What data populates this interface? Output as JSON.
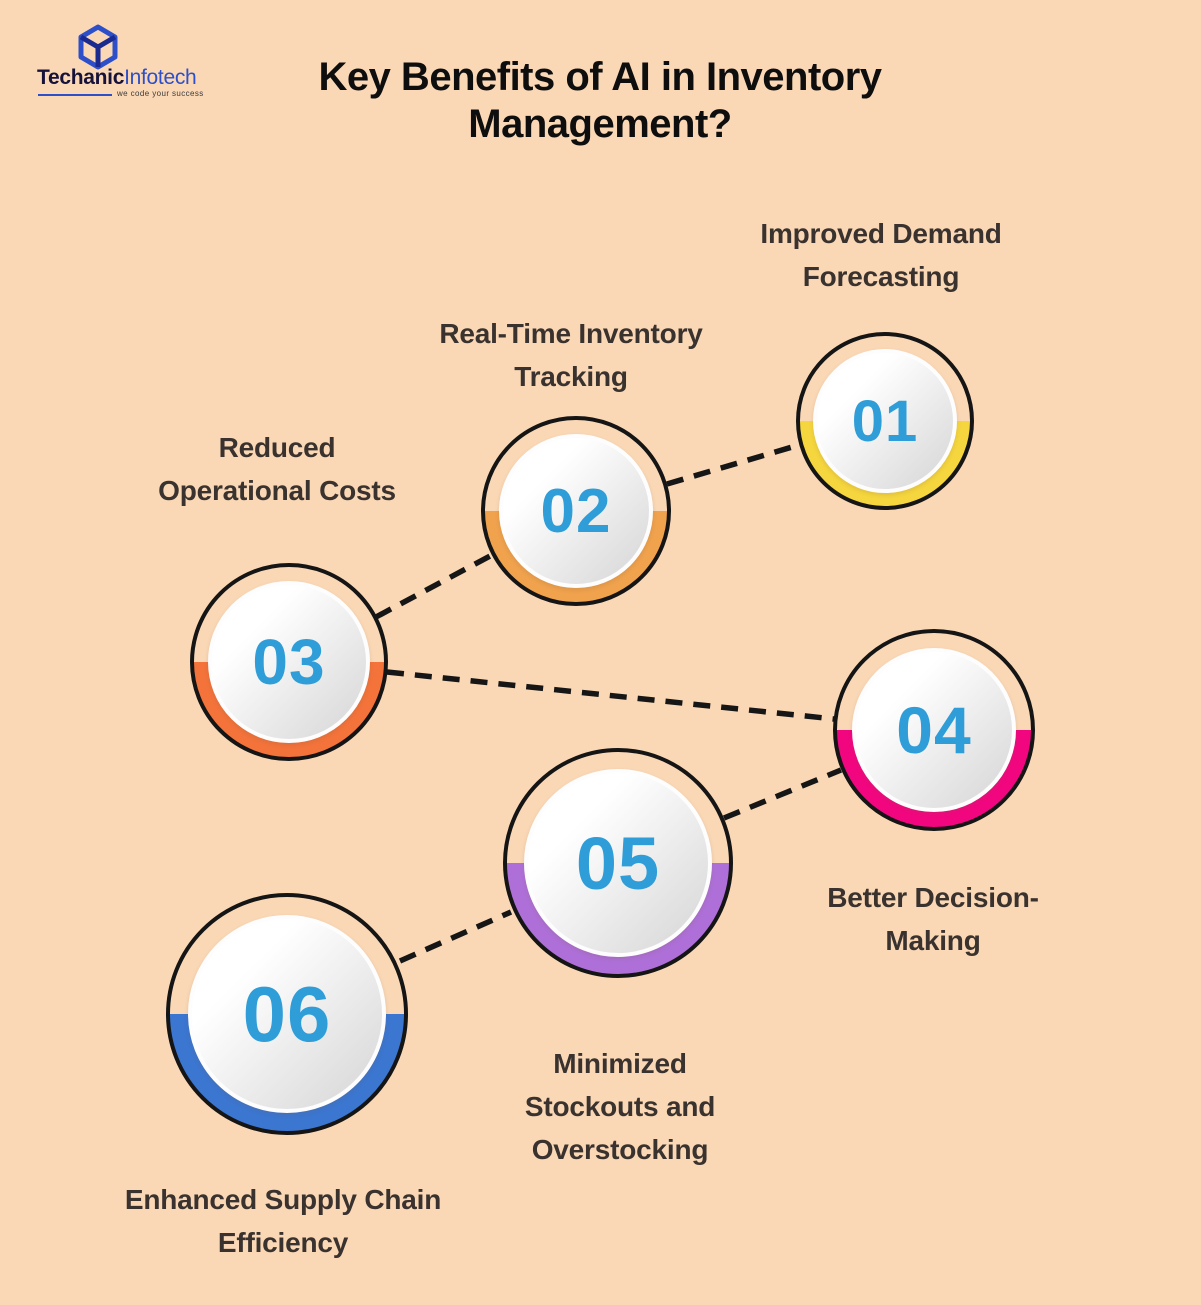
{
  "logo": {
    "brand_primary": "Techanic",
    "brand_secondary": "Infotech",
    "tagline": "we code your success"
  },
  "title": "Key Benefits of AI in Inventory\nManagement?",
  "nodes": [
    {
      "number": "01",
      "label": "Improved Demand\nForecasting",
      "arc_color": "#F5D63E"
    },
    {
      "number": "02",
      "label": "Real-Time Inventory\nTracking",
      "arc_color": "#F0A24D"
    },
    {
      "number": "03",
      "label": "Reduced\nOperational Costs",
      "arc_color": "#F3733B"
    },
    {
      "number": "04",
      "label": "Better Decision-\nMaking",
      "arc_color": "#F2067F"
    },
    {
      "number": "05",
      "label": "Minimized\nStockouts and\nOverstocking",
      "arc_color": "#AE70D8"
    },
    {
      "number": "06",
      "label": "Enhanced Supply Chain\nEfficiency",
      "arc_color": "#3B76D1"
    }
  ],
  "colors": {
    "background": "#FAD8B6",
    "number_blue": "#2E9DD8",
    "circle_outline": "#151515",
    "label_text": "#3A322E",
    "logo_blue": "#2D4FC9",
    "logo_dark": "#17123A"
  }
}
